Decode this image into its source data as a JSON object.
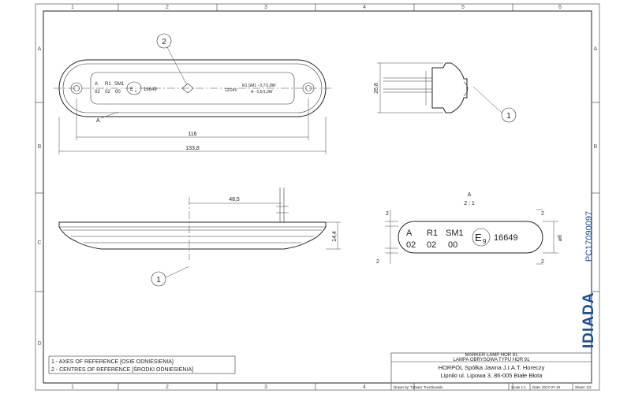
{
  "grid": {
    "columns": [
      "1",
      "2",
      "3",
      "4",
      "5",
      "6"
    ],
    "rows": [
      "A",
      "B",
      "C",
      "D"
    ]
  },
  "callouts": [
    "2",
    "1",
    "1"
  ],
  "labels": {
    "section_a": "A",
    "detail_title": "A",
    "detail_scale": "2 : 1"
  },
  "lamp_marking_small": {
    "row1": [
      "A",
      "R1",
      "SM1"
    ],
    "row2": [
      "02",
      "02",
      "00"
    ],
    "e_mark": "E",
    "e_num": "9",
    "approval": "16649",
    "voltage": "12/24V",
    "power1": "R1,SM1 - 0,7/1,8W",
    "power2": "A - 0,5/1,3W"
  },
  "lamp_marking_detail": {
    "row1": [
      "A",
      "R1",
      "SM1"
    ],
    "row2": [
      "02",
      "02",
      "00"
    ],
    "e_mark": "E",
    "e_num": "9",
    "approval": "16649"
  },
  "dimensions": {
    "holes": "116",
    "length": "133,8",
    "height_side": "26,8",
    "offset": "48,5",
    "thickness": "14,4",
    "diameter": "⌀6",
    "d2a": "2",
    "d2b": "2",
    "d2c": "2",
    "d2d": "2"
  },
  "legend": {
    "line1": "1 - AXES OF REFERENCE [OSIE ODNIESIENIA]",
    "line2": "2 - CENTRES OF REFERENCE [ŚRODKI ODNIESIENIA]"
  },
  "title_block": {
    "title_en": "MARKER LAMP HOR 91",
    "title_pl": "LAMPA OBRYSOWA TYPU HOR 91",
    "company": "HORPOL Spółka Jawna   J.I.A.T. Horeczy",
    "address": "Lipniki ul. Lipowa 3, 86-005 Białe Błota",
    "drawn_by": "Drawn by: Tobiasz Truszkowski",
    "scale": "Scale 1:1",
    "date": "Date: 2017-07-19",
    "sheet": "Sheet: 1/3"
  },
  "part_code": "PC17090097",
  "brand": "IDIADA",
  "colors": {
    "brand_blue": "#1d4f8c",
    "line": "#222222"
  }
}
